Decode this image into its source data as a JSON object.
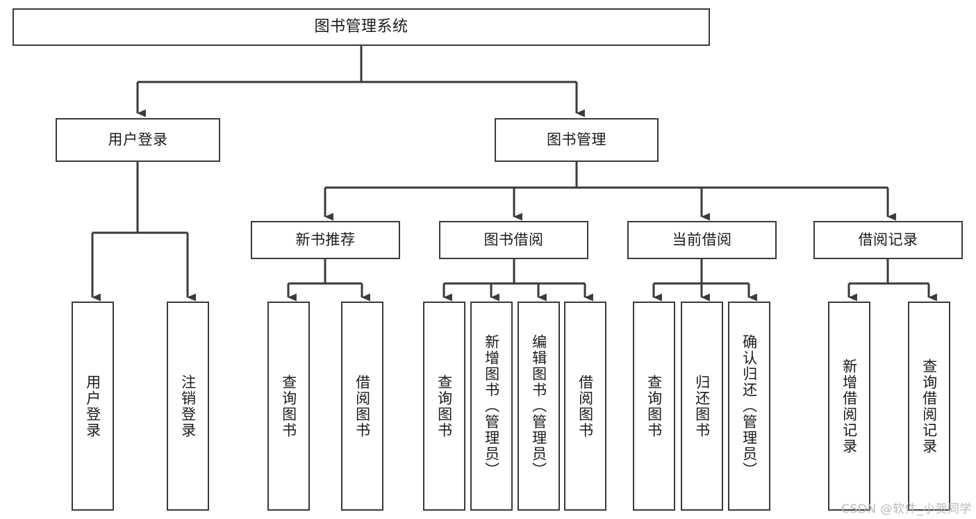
{
  "diagram": {
    "title": "图书管理系统",
    "type": "tree-hierarchy-functional-decomposition",
    "watermark": "CSDN @软件_小贺同学",
    "colors": {
      "box_border": "#3a3a3a",
      "box_fill": "#ffffff",
      "edge": "#3a3a3a",
      "text": "#1a1a1a",
      "watermark": "#b9b9b9",
      "background": "#ffffff"
    },
    "nodes": {
      "root": {
        "label": "图书管理系统"
      },
      "level2": [
        {
          "id": "user-login",
          "label": "用户登录"
        },
        {
          "id": "book-manage",
          "label": "图书管理"
        }
      ],
      "level3": [
        {
          "id": "new-book-recommend",
          "label": "新书推荐"
        },
        {
          "id": "book-borrow",
          "label": "图书借阅"
        },
        {
          "id": "current-borrow",
          "label": "当前借阅"
        },
        {
          "id": "borrow-record",
          "label": "借阅记录"
        }
      ],
      "leaves": {
        "user-login": [
          {
            "id": "leaf-user-login",
            "label": "用户登录"
          },
          {
            "id": "leaf-user-logout",
            "label": "注销登录"
          }
        ],
        "new-book-recommend": [
          {
            "id": "leaf-query-book-1",
            "label": "查询图书"
          },
          {
            "id": "leaf-borrow-book-1",
            "label": "借阅图书"
          }
        ],
        "book-borrow": [
          {
            "id": "leaf-query-book-2",
            "label": "查询图书"
          },
          {
            "id": "leaf-add-book",
            "label": "新增图书（管理员）"
          },
          {
            "id": "leaf-edit-book",
            "label": "编辑图书（管理员）"
          },
          {
            "id": "leaf-borrow-book-2",
            "label": "借阅图书"
          }
        ],
        "current-borrow": [
          {
            "id": "leaf-query-book-3",
            "label": "查询图书"
          },
          {
            "id": "leaf-return-book",
            "label": "归还图书"
          },
          {
            "id": "leaf-confirm-return",
            "label": "确认归还（管理员）"
          }
        ],
        "borrow-record": [
          {
            "id": "leaf-add-record",
            "label": "新增借阅记录"
          },
          {
            "id": "leaf-query-record",
            "label": "查询借阅记录"
          }
        ]
      }
    }
  }
}
